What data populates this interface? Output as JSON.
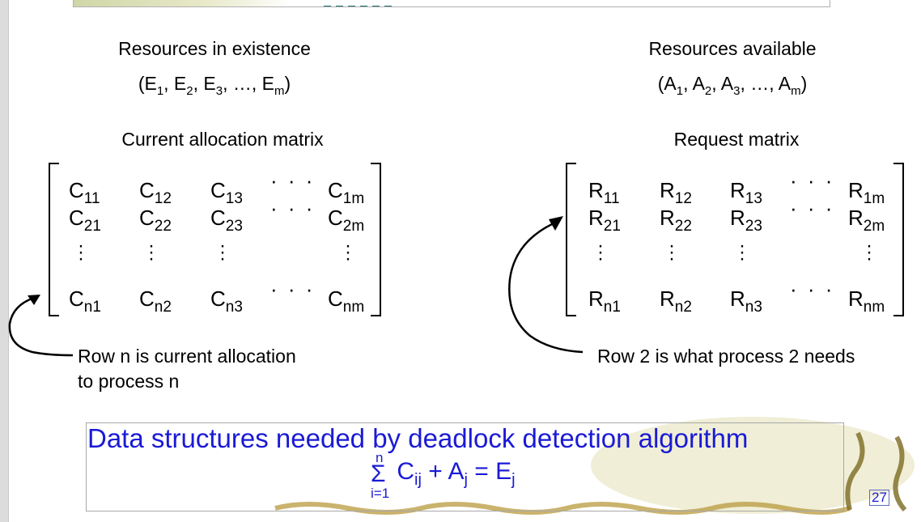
{
  "existence": {
    "title": "Resources in existence",
    "vector_open": "(E",
    "subs": [
      "1",
      "2",
      "3",
      "m"
    ],
    "sep": ", ",
    "ellipsis": "…, E",
    "close": ")"
  },
  "available": {
    "title": "Resources available",
    "vector_open": "(A",
    "subs": [
      "1",
      "2",
      "3",
      "m"
    ],
    "close": ")"
  },
  "allocation": {
    "title": "Current allocation matrix",
    "letter": "C",
    "rows": [
      [
        "11",
        "12",
        "13",
        "1m"
      ],
      [
        "21",
        "22",
        "23",
        "2m"
      ],
      [
        "n1",
        "n2",
        "n3",
        "nm"
      ]
    ],
    "note_line1": "Row n is current allocation",
    "note_line2": "to process n"
  },
  "request": {
    "title": "Request matrix",
    "letter": "R",
    "rows": [
      [
        "11",
        "12",
        "13",
        "1m"
      ],
      [
        "21",
        "22",
        "23",
        "2m"
      ],
      [
        "n1",
        "n2",
        "n3",
        "nm"
      ]
    ],
    "note": "Row 2 is what process 2 needs"
  },
  "caption": "Data structures needed by deadlock detection algorithm",
  "formula": {
    "sum_top": "n",
    "sum_sign": "Σ",
    "sum_bottom": "i=1",
    "c": "C",
    "c_sub": "ij",
    "plus": " + A",
    "a_sub": "j",
    "eq": " = E",
    "e_sub": "j"
  },
  "page_number": "27",
  "colors": {
    "caption": "#1a1ad6",
    "title_teal": "#1f6f6f"
  }
}
